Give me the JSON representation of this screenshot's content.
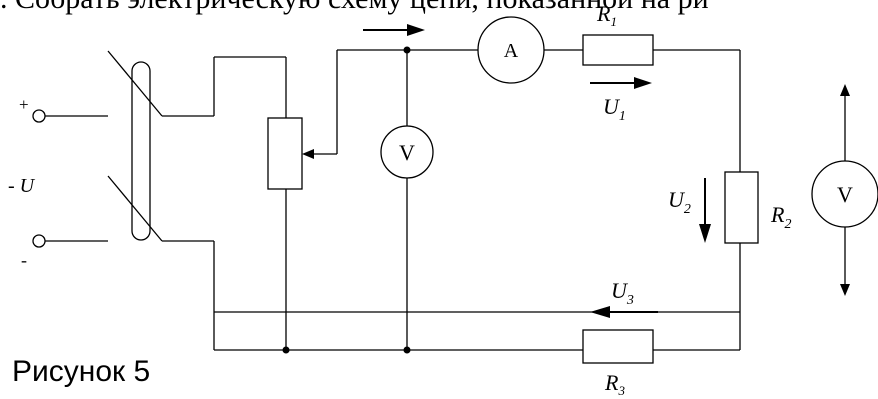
{
  "header": {
    "text": ". Собрать электрическую схему цепи, показанной на ри"
  },
  "caption": {
    "text": "Рисунок 5"
  },
  "terminals": {
    "plus": "+",
    "source": "- U",
    "minus": "-"
  },
  "meters": {
    "ammeter": "А",
    "voltmeter_left": "V",
    "voltmeter_right": "V"
  },
  "resistors": {
    "r1": {
      "main": "R",
      "sub": "1"
    },
    "r2": {
      "main": "R",
      "sub": "2"
    },
    "r3": {
      "main": "R",
      "sub": "3"
    }
  },
  "voltages": {
    "u1": {
      "main": "U",
      "sub": "1"
    },
    "u2": {
      "main": "U",
      "sub": "2"
    },
    "u3": {
      "main": "U",
      "sub": "3"
    }
  }
}
